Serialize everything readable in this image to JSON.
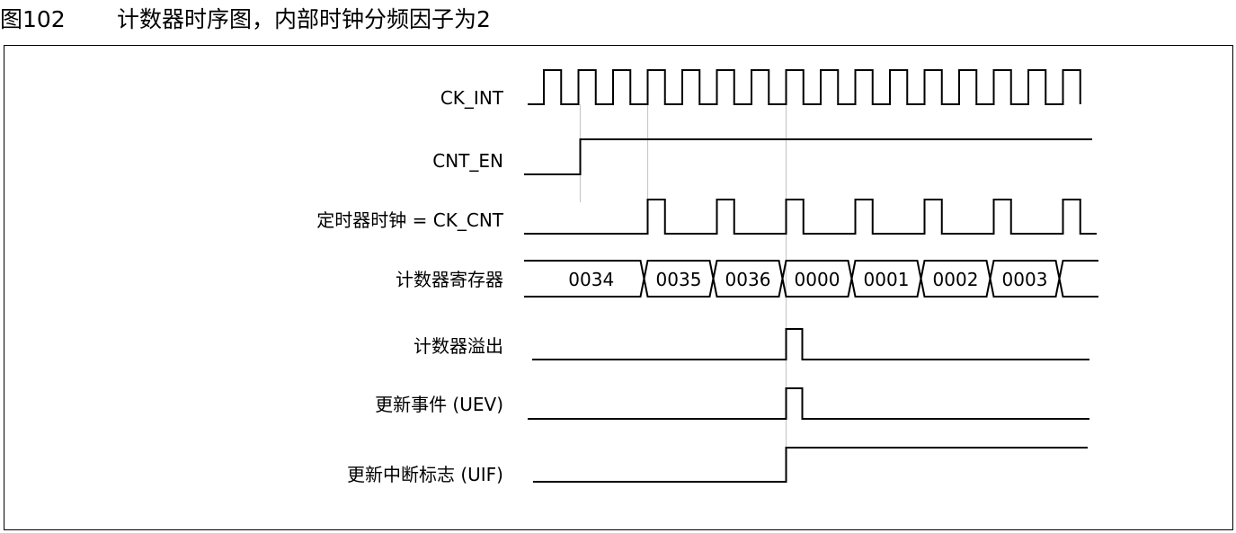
{
  "figure": {
    "number": "图102",
    "caption": "计数器时序图，内部时钟分频因子为2"
  },
  "signals": [
    {
      "id": "ck_int",
      "label": "CK_INT"
    },
    {
      "id": "cnt_en",
      "label": "CNT_EN"
    },
    {
      "id": "ck_cnt",
      "label": "定时器时钟 = CK_CNT"
    },
    {
      "id": "counter",
      "label": "计数器寄存器",
      "values": [
        "0034",
        "0035",
        "0036",
        "0000",
        "0001",
        "0002",
        "0003"
      ]
    },
    {
      "id": "overflow",
      "label": "计数器溢出"
    },
    {
      "id": "uev",
      "label": "更新事件 (UEV)"
    },
    {
      "id": "uif",
      "label": "更新中断标志 (UIF)"
    }
  ],
  "timing": {
    "ck_int_cycles": 16,
    "clock_division": 2,
    "cnt_en_rise_cycle": 1,
    "ck_cnt_first_pulse_cycle": 3,
    "overflow_cycle": 7
  },
  "colors": {
    "line": "#000000",
    "guide": "#c8c8c8"
  }
}
